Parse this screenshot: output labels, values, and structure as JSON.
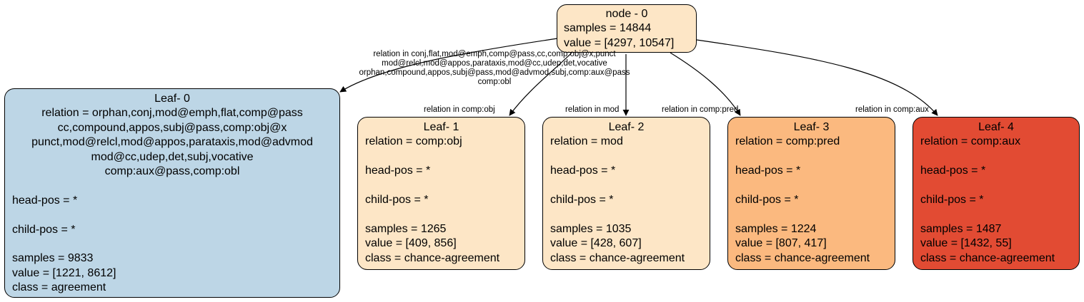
{
  "root": {
    "title": "node - 0",
    "samples": "samples = 14844",
    "value": "value = [4297, 10547]",
    "color": "#fde6c6"
  },
  "leaves": [
    {
      "title": "Leaf- 0",
      "relation_lines": [
        "relation = orphan,conj,mod@emph,flat,comp@pass",
        "cc,compound,appos,subj@pass,comp:obj@x",
        "punct,mod@relcl,mod@appos,parataxis,mod@advmod",
        "mod@cc,udep,det,subj,vocative",
        "comp:aux@pass,comp:obl"
      ],
      "head_pos": "head-pos = *",
      "child_pos": "child-pos = *",
      "samples": "samples = 9833",
      "value": "value = [1221, 8612]",
      "class": "class = agreement",
      "color": "#bdd6e6"
    },
    {
      "title": "Leaf- 1",
      "relation": "relation = comp:obj",
      "head_pos": "head-pos = *",
      "child_pos": "child-pos = *",
      "samples": "samples = 1265",
      "value": "value = [409, 856]",
      "class": "class = chance-agreement",
      "color": "#fde6c6"
    },
    {
      "title": "Leaf- 2",
      "relation": "relation = mod",
      "head_pos": "head-pos = *",
      "child_pos": "child-pos = *",
      "samples": "samples = 1035",
      "value": "value = [428, 607]",
      "class": "class = chance-agreement",
      "color": "#fde6c6"
    },
    {
      "title": "Leaf- 3",
      "relation": "relation = comp:pred",
      "head_pos": "head-pos = *",
      "child_pos": "child-pos = *",
      "samples": "samples = 1224",
      "value": "value = [807, 417]",
      "class": "class = chance-agreement",
      "color": "#fbb97f"
    },
    {
      "title": "Leaf- 4",
      "relation": "relation = comp:aux",
      "head_pos": "head-pos = *",
      "child_pos": "child-pos = *",
      "samples": "samples = 1487",
      "value": "value = [1432, 55]",
      "class": "class = chance-agreement",
      "color": "#e24b33"
    }
  ],
  "edge_labels": {
    "e0": [
      "relation in conj,flat,mod@emph,comp@pass,cc,comp:obj@x,punct",
      "mod@relcl,mod@appos,parataxis,mod@cc,udep,det,vocative",
      "orphan,compound,appos,subj@pass,mod@advmod,subj,comp:aux@pass",
      "comp:obl"
    ],
    "e1": "relation in comp:obj",
    "e2": "relation in mod",
    "e3": "relation in comp:pred",
    "e4": "relation in comp:aux"
  }
}
